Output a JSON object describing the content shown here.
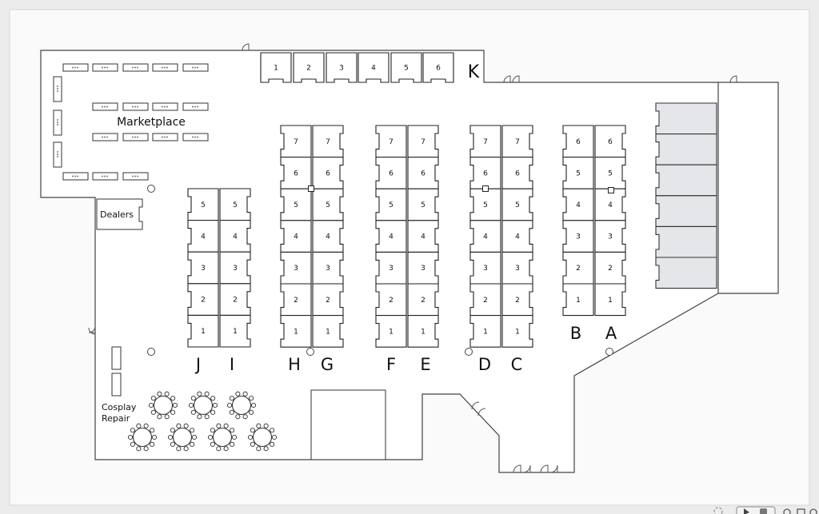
{
  "labels": {
    "marketplace": "Marketplace",
    "dealers": "Dealers",
    "cosplay_line1": "Cosplay",
    "cosplay_line2": "Repair",
    "row_k": "K"
  },
  "top_row_k": [
    "1",
    "2",
    "3",
    "4",
    "5",
    "6"
  ],
  "rows": [
    {
      "letter": "J",
      "booths": [
        "5",
        "4",
        "3",
        "2",
        "1"
      ]
    },
    {
      "letter": "I",
      "booths": [
        "5",
        "4",
        "3",
        "2",
        "1"
      ]
    },
    {
      "letter": "H",
      "booths": [
        "7",
        "6",
        "5",
        "4",
        "3",
        "2",
        "1"
      ]
    },
    {
      "letter": "G",
      "booths": [
        "7",
        "6",
        "5",
        "4",
        "3",
        "2",
        "1"
      ]
    },
    {
      "letter": "F",
      "booths": [
        "7",
        "6",
        "5",
        "4",
        "3",
        "2",
        "1"
      ]
    },
    {
      "letter": "E",
      "booths": [
        "7",
        "6",
        "5",
        "4",
        "3",
        "2",
        "1"
      ]
    },
    {
      "letter": "D",
      "booths": [
        "7",
        "6",
        "5",
        "4",
        "3",
        "2",
        "1"
      ]
    },
    {
      "letter": "C",
      "booths": [
        "7",
        "6",
        "5",
        "4",
        "3",
        "2",
        "1"
      ]
    },
    {
      "letter": "B",
      "booths": [
        "6",
        "5",
        "4",
        "3",
        "2",
        "1"
      ]
    },
    {
      "letter": "A",
      "booths": [
        "6",
        "5",
        "4",
        "3",
        "2",
        "1"
      ]
    }
  ],
  "colors": {
    "background": "#ececec",
    "floor": "#ffffff",
    "wall": "#444444",
    "booth_reserved": "#e4e6e9"
  },
  "icons": [
    "door-icon",
    "pillar-icon",
    "round-table-icon",
    "rect-table-icon",
    "pointer-icon",
    "hand-icon",
    "zoom-in-icon",
    "fit-screen-icon",
    "zoom-out-icon",
    "loading-icon"
  ]
}
